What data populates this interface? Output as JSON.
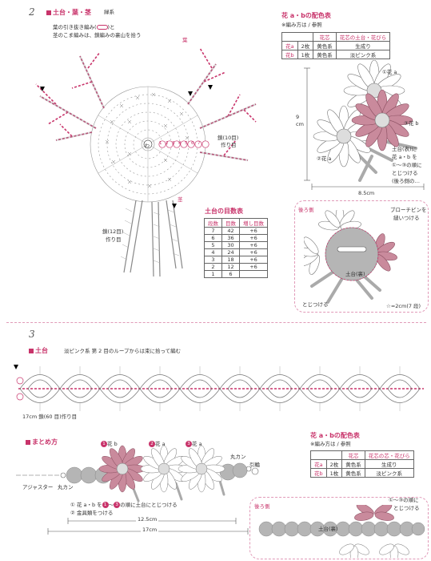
{
  "section2": {
    "number": "2",
    "title": "土台・葉・茎",
    "yarn": "緑系",
    "note_lines": [
      "葉の引き抜き編み(",
      ")と",
      "茎のこま編みは、鎖編みの裏山を拾う"
    ],
    "labels": {
      "leaf": "葉",
      "stem": "茎",
      "chain10_a": "鎖(10目)",
      "chain10_b": "作り目",
      "chain12_a": "鎖(12目)",
      "chain12_b": "作り目",
      "center": "わ"
    },
    "round_marks": [
      "1",
      "2",
      "3",
      "4",
      "5",
      "6",
      "7"
    ]
  },
  "count_table": {
    "title": "土台の目数表",
    "headers": [
      "段数",
      "目数",
      "増し目数"
    ],
    "rows": [
      [
        "7",
        "42",
        "+6"
      ],
      [
        "6",
        "36",
        "+6"
      ],
      [
        "5",
        "30",
        "+6"
      ],
      [
        "4",
        "24",
        "+6"
      ],
      [
        "3",
        "18",
        "+6"
      ],
      [
        "2",
        "12",
        "+6"
      ],
      [
        "1",
        "6",
        ""
      ]
    ]
  },
  "color_table_top": {
    "title": "花 a・bの配色表",
    "note": "※編み方は / 参照",
    "headers": [
      "",
      "花芯",
      "花芯の土台・花びら"
    ],
    "rows": [
      [
        "花a",
        "2枚",
        "黄色系",
        "生成り"
      ],
      [
        "花b",
        "1枚",
        "黄色系",
        "淡ピンク系"
      ]
    ]
  },
  "flower_diagram": {
    "labels": [
      "①花 a",
      "③花 b",
      "②花 a",
      "土台(表)に",
      "花 a・b を",
      "①〜③の順に",
      "とじつける",
      "(後ろ側の…"
    ],
    "height": "9 cm",
    "width": "8.5cm"
  },
  "back_view": {
    "title": "後ろ側",
    "labels": [
      "ブローチピンを",
      "縫いつける",
      "土台(裏)",
      "とじつける",
      "☆=2cm(7 段)"
    ]
  },
  "section3": {
    "number": "3",
    "title": "土台",
    "yarn": "淡ピンク系 第 2 目のループからは束に拾って編む",
    "chain_label": "17cm 鎖(60 目)作り目"
  },
  "assembly": {
    "title": "まとめ方",
    "flower_labels": [
      "花 b",
      "花 a",
      "花 a"
    ],
    "flower_nums": [
      "1",
      "2",
      "3"
    ],
    "left_labels": [
      "アジャスター",
      "丸カン"
    ],
    "right_labels": [
      "丸カン",
      "引輪"
    ],
    "notes": [
      "① 花 a・b を",
      "〜",
      "の順に土台にとじつける",
      "② 金具類をつける"
    ],
    "dim1": "12.5cm",
    "dim2": "17cm"
  },
  "color_table_bottom": {
    "title": "花 a・bの配色表",
    "note": "※編み方は / 参照",
    "headers": [
      "",
      "花芯",
      "花芯の芯・花びら"
    ],
    "rows": [
      [
        "花a",
        "2枚",
        "黄色系",
        "生成り"
      ],
      [
        "花b",
        "1枚",
        "黄色系",
        "淡ピンク系"
      ]
    ]
  },
  "back_view_bottom": {
    "title": "後ろ側",
    "labels": [
      "①〜③の順に",
      "とじつける",
      "土台(裏)"
    ]
  },
  "colors": {
    "accent": "#c8336a",
    "pink_fill": "#c98a9c",
    "gray": "#b5b5b5"
  }
}
